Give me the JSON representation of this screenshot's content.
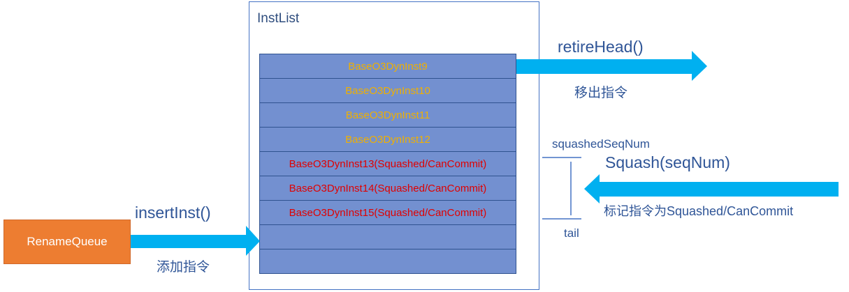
{
  "container": {
    "title": "InstList"
  },
  "rows": [
    {
      "label": "BaseO3DynInst9",
      "status": "normal"
    },
    {
      "label": "BaseO3DynInst10",
      "status": "normal"
    },
    {
      "label": "BaseO3DynInst11",
      "status": "normal"
    },
    {
      "label": "BaseO3DynInst12",
      "status": "normal"
    },
    {
      "label": "BaseO3DynInst13(Squashed/CanCommit)",
      "status": "squashed"
    },
    {
      "label": "BaseO3DynInst14(Squashed/CanCommit)",
      "status": "squashed"
    },
    {
      "label": "BaseO3DynInst15(Squashed/CanCommit)",
      "status": "squashed"
    },
    {
      "label": "",
      "status": "empty"
    },
    {
      "label": "",
      "status": "empty"
    }
  ],
  "rename_queue": {
    "label": "RenameQueue"
  },
  "insert": {
    "func": "insertInst()",
    "desc": "添加指令"
  },
  "retire": {
    "func": "retireHead()",
    "desc": "移出指令"
  },
  "squash": {
    "func": "Squash(seqNum)",
    "desc": "标记指令为Squashed/CanCommit"
  },
  "markers": {
    "top": "squashedSeqNum",
    "bottom": "tail"
  },
  "colors": {
    "arrow": "#00b0f0",
    "row_fill": "#7390d0",
    "normal_text": "#f0b000",
    "squashed_text": "#e00000",
    "queue": "#ed7d31"
  }
}
